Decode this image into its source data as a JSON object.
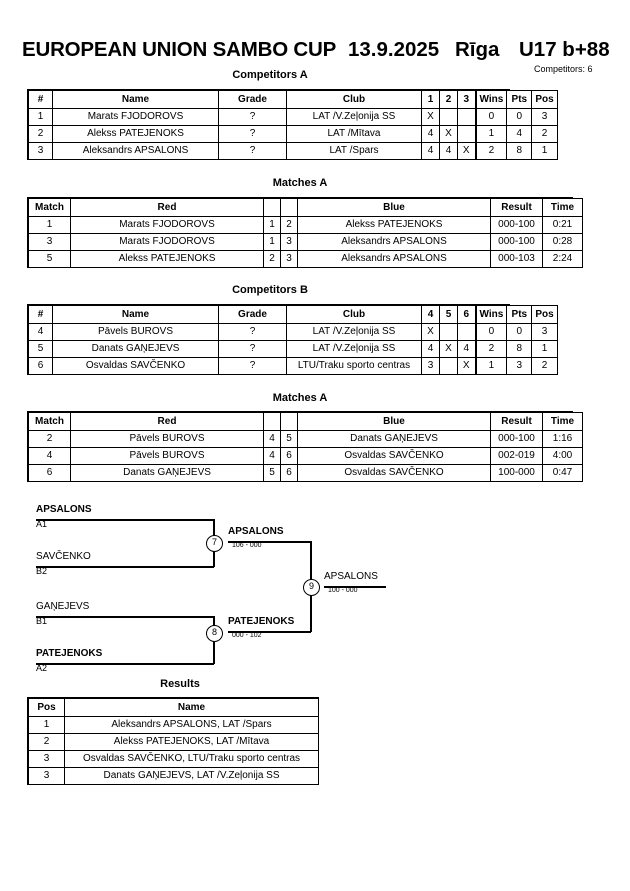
{
  "header": {
    "event": "EUROPEAN UNION SAMBO CUP",
    "date": "13.9.2025",
    "city": "Rīga",
    "category": "U17 b+88",
    "competitors_label": "Competitors: 6"
  },
  "pool_a": {
    "caption": "Competitors A",
    "columns": [
      "#",
      "Name",
      "Grade",
      "Club",
      "1",
      "2",
      "3",
      "Wins",
      "Pts",
      "Pos"
    ],
    "rows": [
      {
        "num": "1",
        "name": "Marats FJODOROVS",
        "grade": "?",
        "club": "LAT /V.Zeļonija SS",
        "m1": "X",
        "m2": "",
        "m3": "",
        "wins": "0",
        "pts": "0",
        "pos": "3"
      },
      {
        "num": "2",
        "name": "Alekss PATEJENOKS",
        "grade": "?",
        "club": "LAT /Mītava",
        "m1": "4",
        "m2": "X",
        "m3": "",
        "wins": "1",
        "pts": "4",
        "pos": "2"
      },
      {
        "num": "3",
        "name": "Aleksandrs APSALONS",
        "grade": "?",
        "club": "LAT /Spars",
        "m1": "4",
        "m2": "4",
        "m3": "X",
        "wins": "2",
        "pts": "8",
        "pos": "1"
      }
    ]
  },
  "matches_a": {
    "caption": "Matches A",
    "columns": [
      "Match",
      "Red",
      "",
      "",
      "Blue",
      "Result",
      "Time"
    ],
    "rows": [
      {
        "match": "1",
        "red": "Marats FJODOROVS",
        "red_bold": false,
        "rn": "1",
        "bn": "2",
        "blue": "Alekss PATEJENOKS",
        "blue_bold": true,
        "result": "000-100",
        "time": "0:21"
      },
      {
        "match": "3",
        "red": "Marats FJODOROVS",
        "red_bold": false,
        "rn": "1",
        "bn": "3",
        "blue": "Aleksandrs APSALONS",
        "blue_bold": true,
        "result": "000-100",
        "time": "0:28"
      },
      {
        "match": "5",
        "red": "Alekss PATEJENOKS",
        "red_bold": false,
        "rn": "2",
        "bn": "3",
        "blue": "Aleksandrs APSALONS",
        "blue_bold": true,
        "result": "000-103",
        "time": "2:24"
      }
    ]
  },
  "pool_b": {
    "caption": "Competitors B",
    "columns": [
      "#",
      "Name",
      "Grade",
      "Club",
      "4",
      "5",
      "6",
      "Wins",
      "Pts",
      "Pos"
    ],
    "rows": [
      {
        "num": "4",
        "name": "Pāvels BUROVS",
        "grade": "?",
        "club": "LAT /V.Zeļonija SS",
        "m1": "X",
        "m2": "",
        "m3": "",
        "wins": "0",
        "pts": "0",
        "pos": "3"
      },
      {
        "num": "5",
        "name": "Danats GAŅEJEVS",
        "grade": "?",
        "club": "LAT /V.Zeļonija SS",
        "m1": "4",
        "m2": "X",
        "m3": "4",
        "wins": "2",
        "pts": "8",
        "pos": "1"
      },
      {
        "num": "6",
        "name": "Osvaldas SAVČENKO",
        "grade": "?",
        "club": "LTU/Traku sporto centras",
        "m1": "3",
        "m2": "",
        "m3": "X",
        "wins": "1",
        "pts": "3",
        "pos": "2"
      }
    ]
  },
  "matches_b": {
    "caption": "Matches A",
    "columns": [
      "Match",
      "Red",
      "",
      "",
      "Blue",
      "Result",
      "Time"
    ],
    "rows": [
      {
        "match": "2",
        "red": "Pāvels BUROVS",
        "red_bold": false,
        "rn": "4",
        "bn": "5",
        "blue": "Danats GAŅEJEVS",
        "blue_bold": true,
        "result": "000-100",
        "time": "1:16"
      },
      {
        "match": "4",
        "red": "Pāvels BUROVS",
        "red_bold": false,
        "rn": "4",
        "bn": "6",
        "blue": "Osvaldas SAVČENKO",
        "blue_bold": true,
        "result": "002-019",
        "time": "4:00"
      },
      {
        "match": "6",
        "red": "Danats GAŅEJEVS",
        "red_bold": true,
        "rn": "5",
        "bn": "6",
        "blue": "Osvaldas SAVČENKO",
        "blue_bold": false,
        "result": "100-000",
        "time": "0:47"
      }
    ]
  },
  "bracket": {
    "entrants": [
      {
        "name": "APSALONS",
        "seed": "A1",
        "winner": true
      },
      {
        "name": "SAVČENKO",
        "seed": "B2",
        "winner": false
      },
      {
        "name": "GAŅEJEVS",
        "seed": "B1",
        "winner": false
      },
      {
        "name": "PATEJENOKS",
        "seed": "A2",
        "winner": true
      }
    ],
    "semifinals": [
      {
        "node": "7",
        "name": "APSALONS",
        "score": "106 - 000",
        "winner": true
      },
      {
        "node": "8",
        "name": "PATEJENOKS",
        "score": "000 - 102",
        "winner": true
      }
    ],
    "final": {
      "node": "9",
      "name": "APSALONS",
      "score": "100 - 000",
      "winner": false
    }
  },
  "results": {
    "caption": "Results",
    "columns": [
      "Pos",
      "Name"
    ],
    "rows": [
      {
        "pos": "1",
        "name": "Aleksandrs APSALONS, LAT /Spars"
      },
      {
        "pos": "2",
        "name": "Alekss PATEJENOKS, LAT /Mītava"
      },
      {
        "pos": "3",
        "name": "Osvaldas SAVČENKO, LTU/Traku sporto centras"
      },
      {
        "pos": "3",
        "name": "Danats GAŅEJEVS, LAT /V.Zeļonija SS"
      }
    ]
  }
}
